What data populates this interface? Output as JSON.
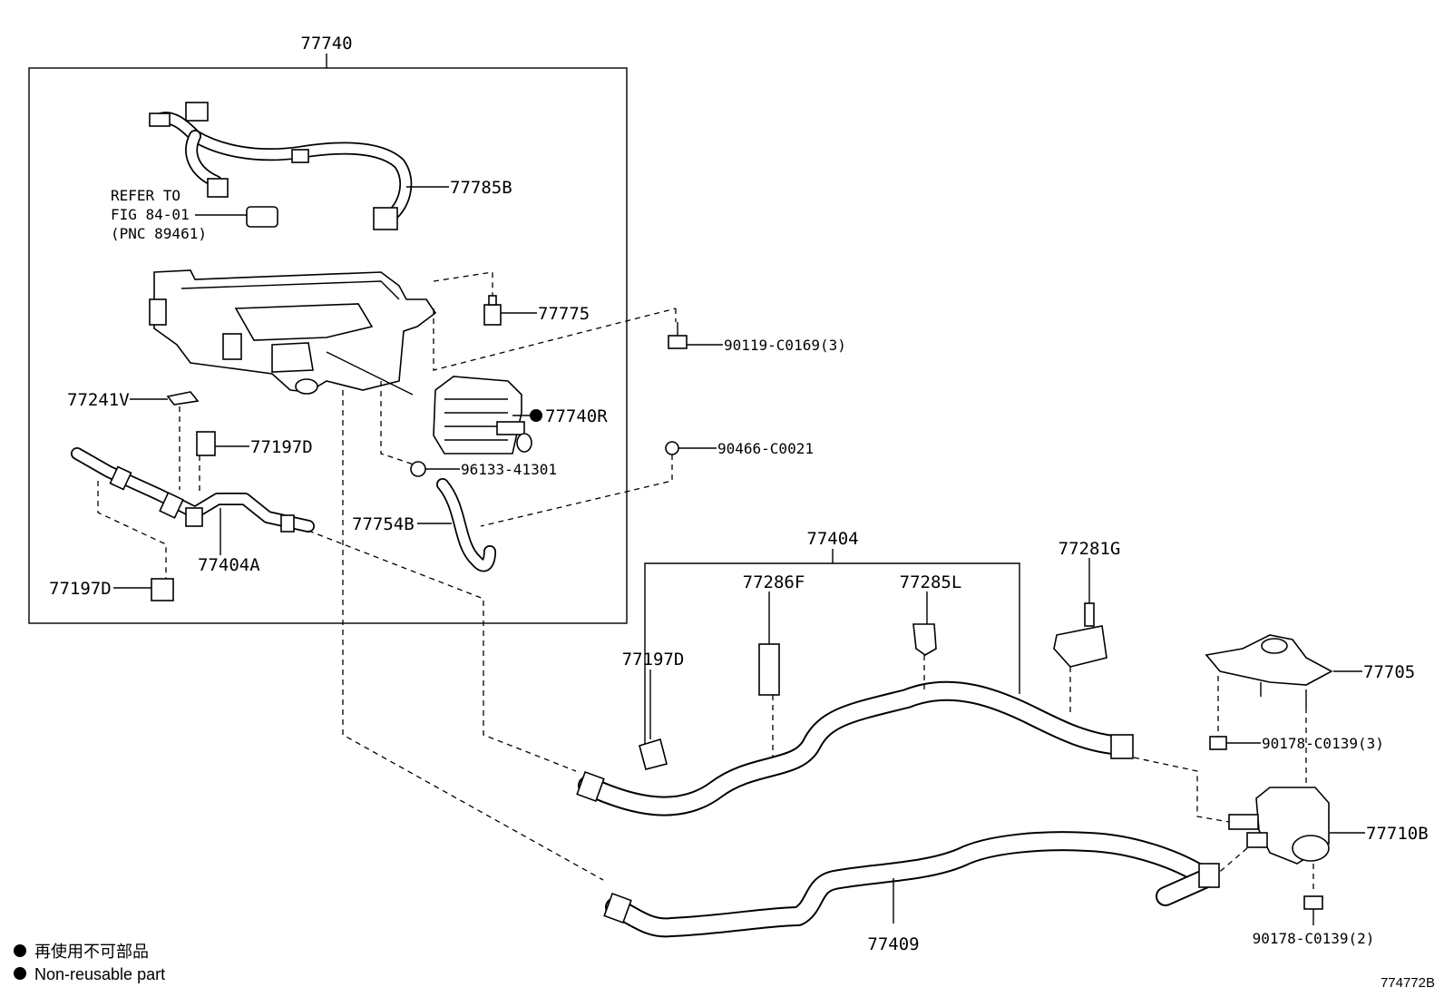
{
  "labels": {
    "p77740": "77740",
    "p77785B": "77785B",
    "p77775": "77775",
    "p90119": "90119-C0169(3)",
    "p77241V": "77241V",
    "p77197D_a": "77197D",
    "p77740R": "77740R",
    "p90466": "90466-C0021",
    "p96133": "96133-41301",
    "p77754B": "77754B",
    "p77404A": "77404A",
    "p77197D_b": "77197D",
    "p77404": "77404",
    "p77286F": "77286F",
    "p77285L": "77285L",
    "p77281G": "77281G",
    "p77197D_c": "77197D",
    "p77705": "77705",
    "p90178_3": "90178-C0139(3)",
    "p77710B": "77710B",
    "p90178_2": "90178-C0139(2)",
    "p77409": "77409"
  },
  "reference": {
    "line1": "REFER TO",
    "line2": "FIG 84-01",
    "line3": "(PNC 89461)"
  },
  "legend": {
    "jp": "再使用不可部品",
    "en": "Non-reusable part"
  },
  "figure_id": "774772B"
}
